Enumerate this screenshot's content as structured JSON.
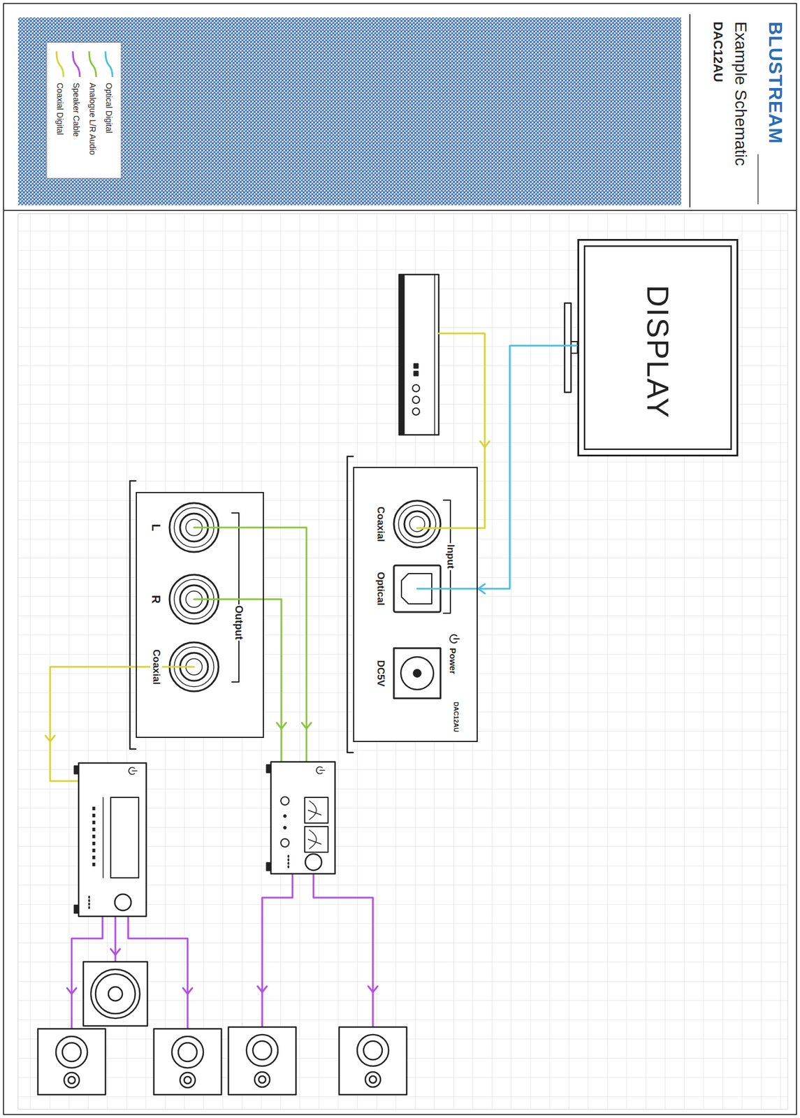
{
  "diagram": {
    "title": "Example Schematic",
    "nodes": [
      {
        "text": [
          "DISPLAY"
        ]
      },
      {
        "text": [
          "Input",
          "Coaxial",
          "Optical",
          "Power",
          "DC5V",
          "DAC12AU"
        ]
      },
      {
        "text": [
          "Output",
          "L",
          "R",
          "Coaxial"
        ]
      }
    ],
    "edges": [
      {
        "from": 0,
        "to": 1,
        "arrow": "to"
      }
    ],
    "labels": [
      "BLUSTREAM",
      "DAC12AU"
    ],
    "legend": [
      {
        "text": "Optical Digital",
        "color": "#4bbfe0"
      },
      {
        "text": "Analogue L/R Audio",
        "color": "#8cc540"
      },
      {
        "text": "Speaker Cable",
        "color": "#b44fe0"
      },
      {
        "text": "Coaxial Digital",
        "color": "#d6d43a"
      }
    ]
  }
}
